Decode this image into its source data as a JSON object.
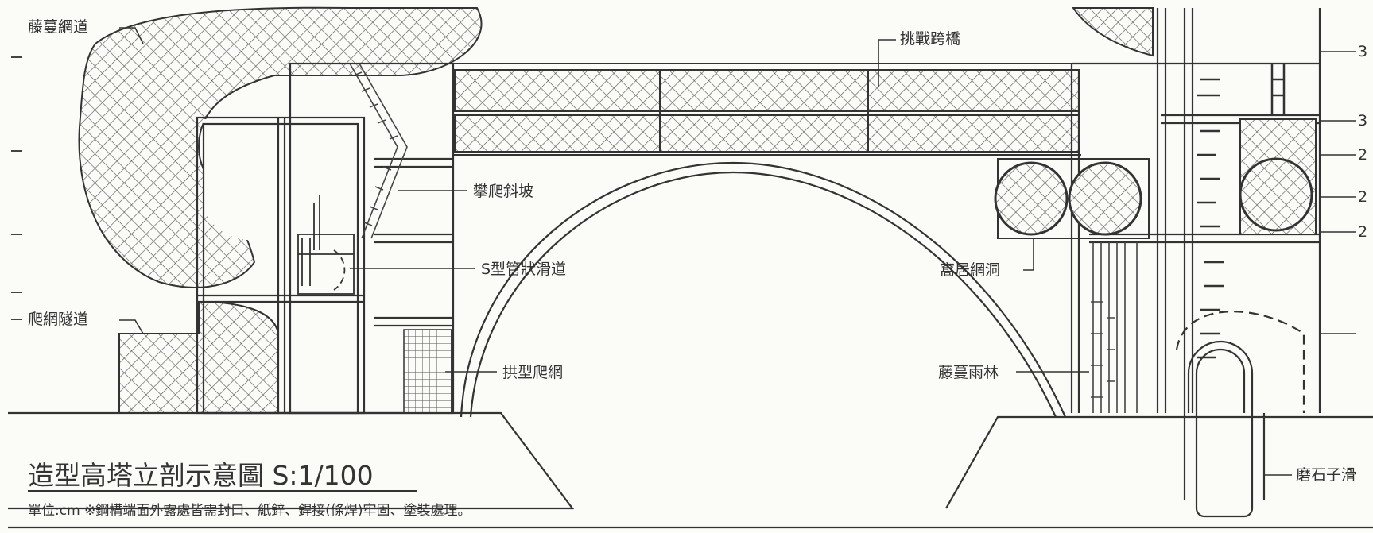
{
  "diagram": {
    "title": "造型高塔立剖示意圖 S:1/100",
    "note": "單位:cm ※鋼構端面外露處皆需封口、紙鋅、銲接(條焊)牢固、塗裝處理。",
    "labels": {
      "vine_net": "藤蔓網道",
      "climb_net_tunnel": "爬網隧道",
      "challenge_bridge": "挑戰跨橋",
      "climbing_slope": "攀爬斜坡",
      "s_tube_slide": "S型管狀滑道",
      "arch_net": "拱型爬網",
      "hermit_net_hole": "窩居網洞",
      "vine_rainforest": "藤蔓雨林",
      "stone_slide": "磨石子滑",
      "cut_3a": "3",
      "cut_3b": "3",
      "cut_2a": "2",
      "cut_2b": "2",
      "cut_2c": "2"
    },
    "colors": {
      "line": "#3a3a3a",
      "paper": "#fbfbf8",
      "hatch": "#555555"
    }
  }
}
